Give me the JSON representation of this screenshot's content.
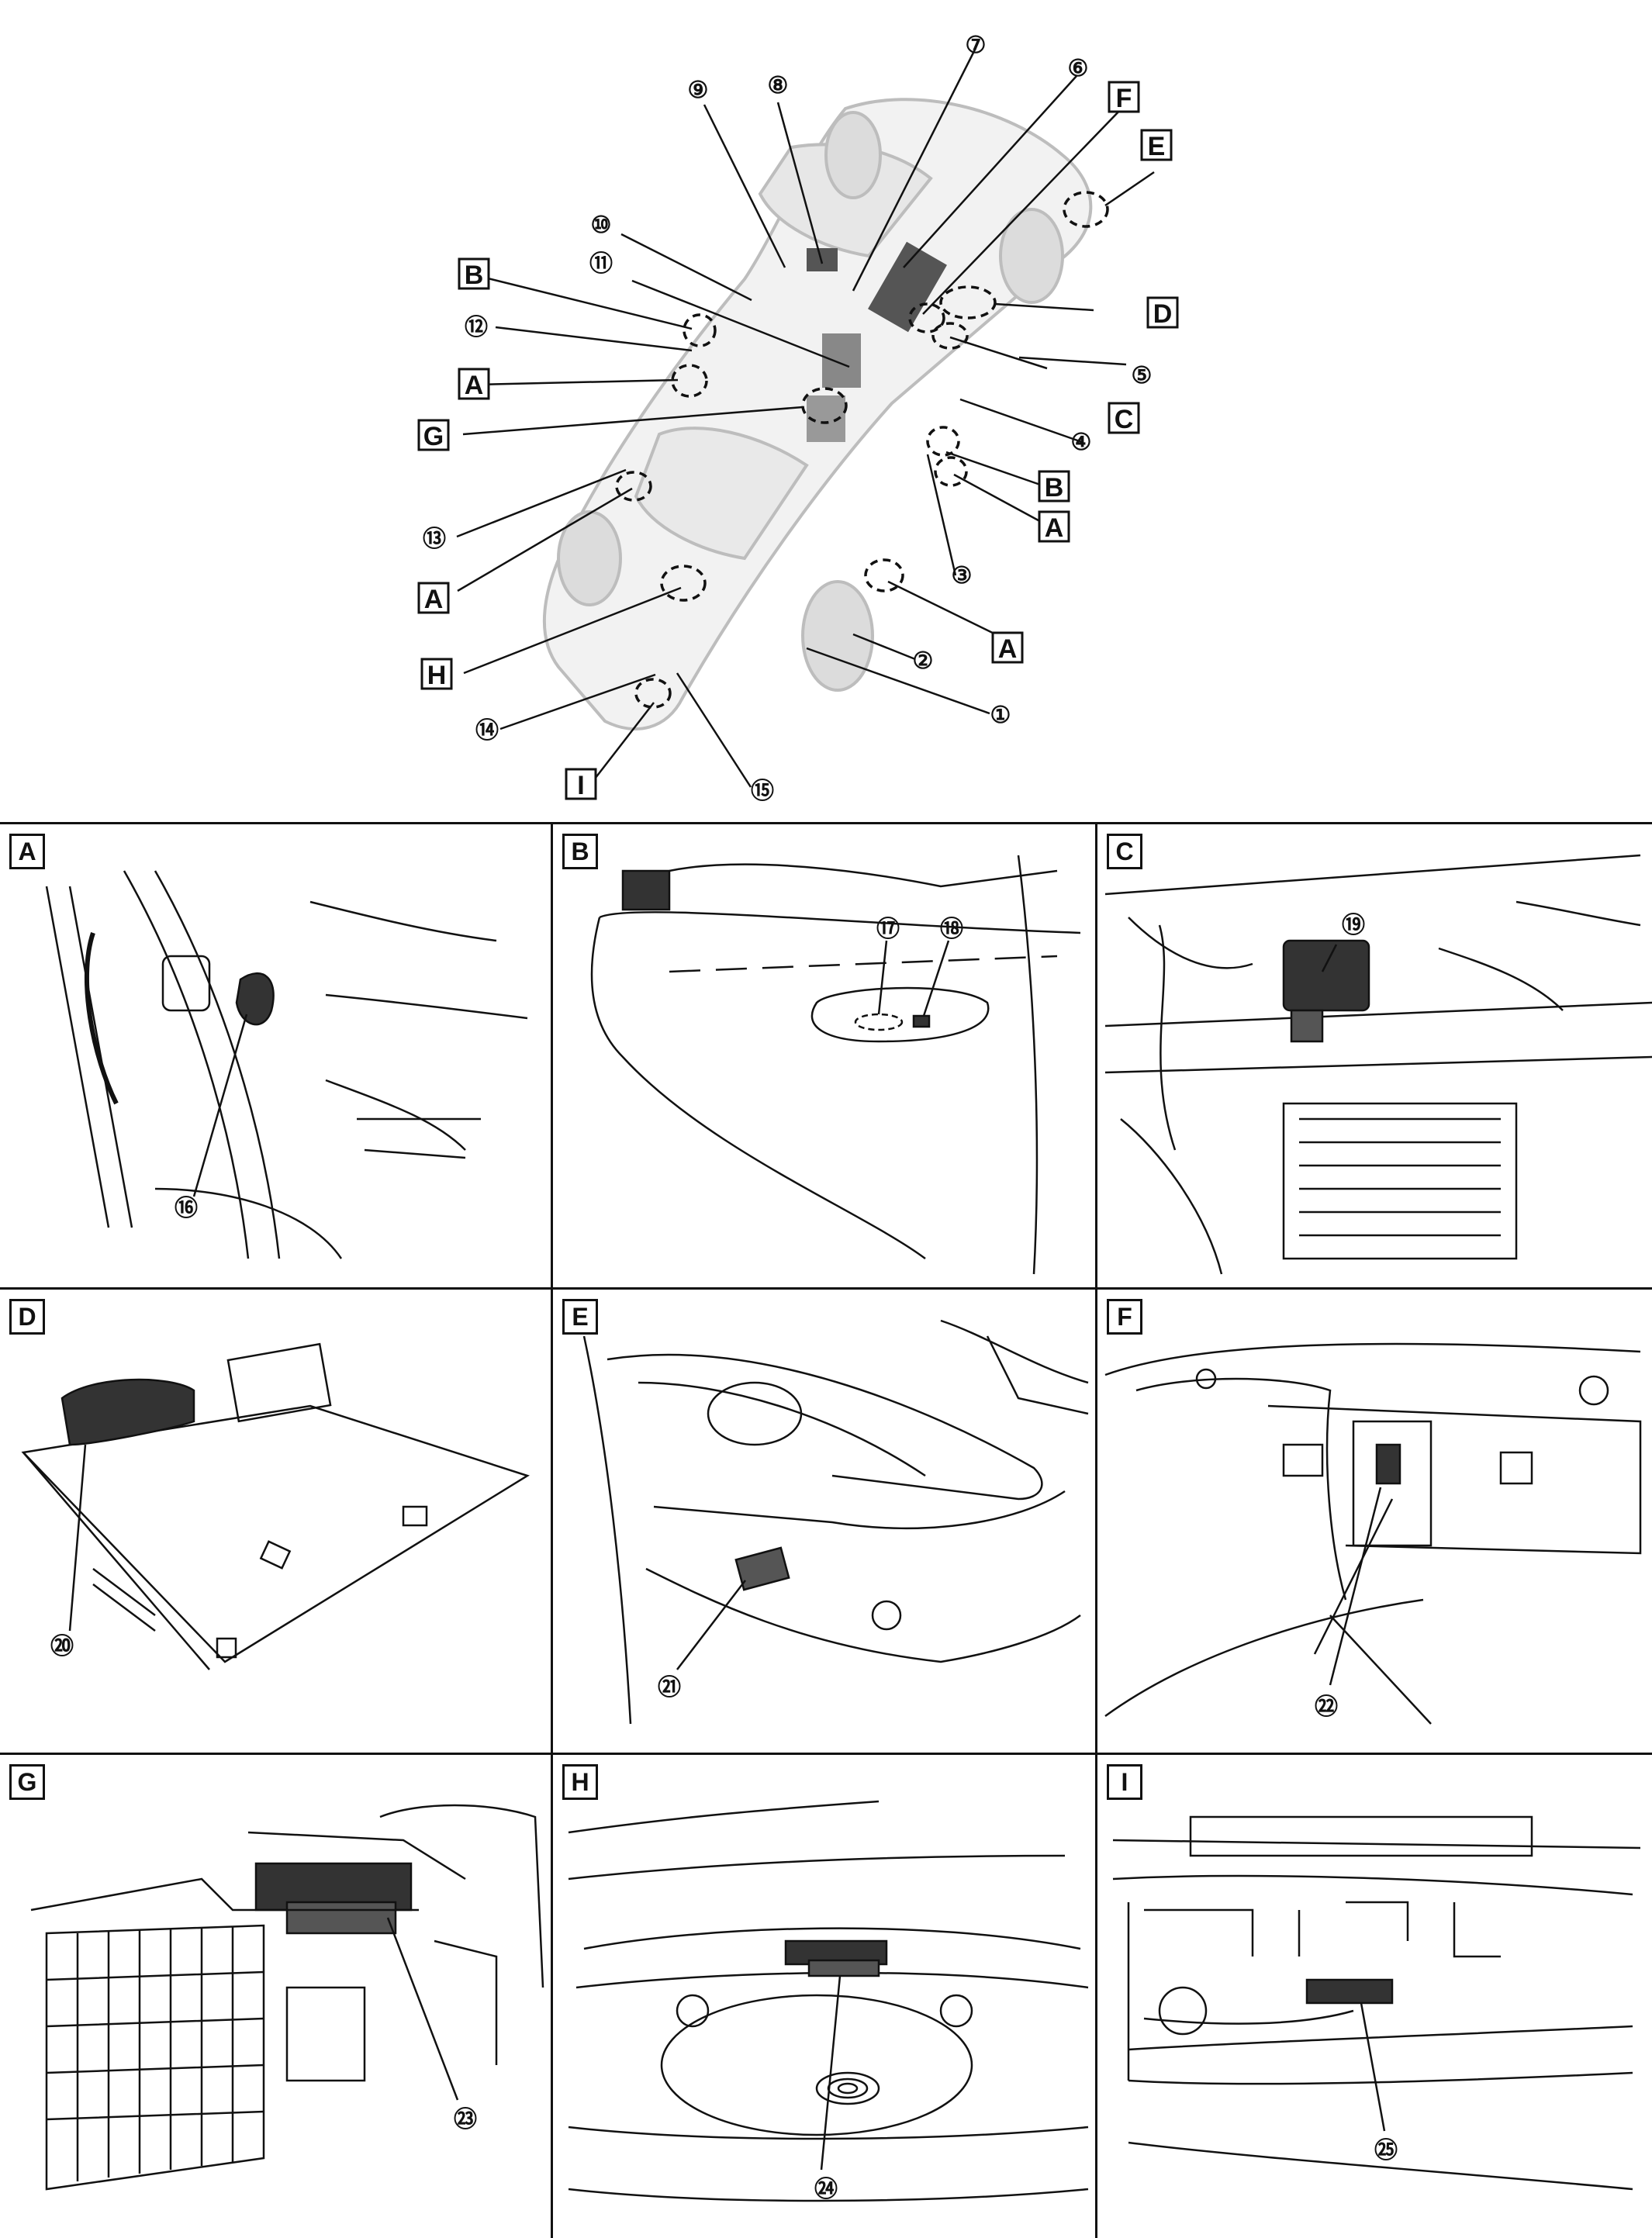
{
  "overview": {
    "callouts": [
      {
        "num": "⑦"
      },
      {
        "num": "⑨"
      },
      {
        "num": "⑧"
      },
      {
        "num": "⑥"
      },
      {
        "num": "⑩"
      },
      {
        "num": "⑪"
      },
      {
        "num": "⑫"
      },
      {
        "num": "⑤"
      },
      {
        "num": "④"
      },
      {
        "num": "③"
      },
      {
        "num": "⑬"
      },
      {
        "num": "②"
      },
      {
        "num": "①"
      },
      {
        "num": "⑭"
      },
      {
        "num": "⑮"
      }
    ],
    "letters": [
      "F",
      "E",
      "D",
      "C",
      "B",
      "B",
      "A",
      "A",
      "A",
      "A",
      "G",
      "H",
      "I"
    ]
  },
  "panels": [
    {
      "label": "A",
      "callouts": [
        "⑯"
      ]
    },
    {
      "label": "B",
      "callouts": [
        "⑰",
        "⑱"
      ]
    },
    {
      "label": "C",
      "callouts": [
        "⑲"
      ]
    },
    {
      "label": "D",
      "callouts": [
        "⑳"
      ]
    },
    {
      "label": "E",
      "callouts": [
        "㉑"
      ]
    },
    {
      "label": "F",
      "callouts": [
        "㉒"
      ]
    },
    {
      "label": "G",
      "callouts": [
        "㉓"
      ]
    },
    {
      "label": "H",
      "callouts": [
        "㉔"
      ]
    },
    {
      "label": "I",
      "callouts": [
        "㉕"
      ]
    }
  ]
}
